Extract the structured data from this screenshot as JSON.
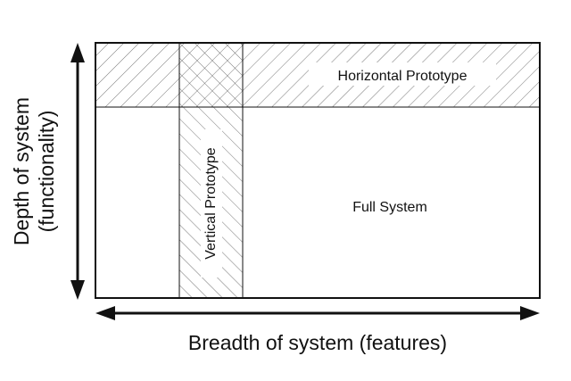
{
  "regions": {
    "horizontal_label": "Horizontal Prototype",
    "vertical_label": "Vertical Prototype",
    "full_label": "Full System"
  },
  "axes": {
    "x_label": "Breadth of system (features)",
    "y_label_line1": "Depth of system",
    "y_label_line2": "(functionality)"
  },
  "colors": {
    "stroke": "#111111",
    "hatch": "#555555",
    "background": "#ffffff"
  }
}
